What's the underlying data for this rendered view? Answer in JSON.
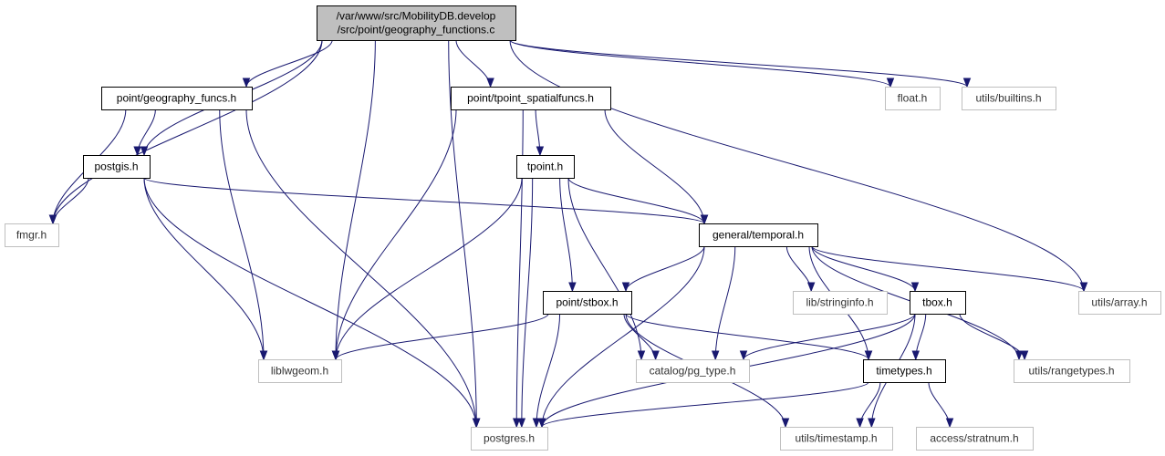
{
  "colors": {
    "edge": "#191970",
    "root_fill": "#bfbfbf",
    "external_border": "#bfbfbf",
    "normal_border": "#000000"
  },
  "nodes": [
    {
      "id": "root",
      "lines": [
        "/var/www/src/MobilityDB.develop",
        "/src/point/geography_functions.c"
      ],
      "kind": "root"
    },
    {
      "id": "geography_funcs",
      "lines": [
        "point/geography_funcs.h"
      ],
      "kind": "normal"
    },
    {
      "id": "tpoint_spatialfuncs",
      "lines": [
        "point/tpoint_spatialfuncs.h"
      ],
      "kind": "normal"
    },
    {
      "id": "float",
      "lines": [
        "float.h"
      ],
      "kind": "external"
    },
    {
      "id": "builtins",
      "lines": [
        "utils/builtins.h"
      ],
      "kind": "external"
    },
    {
      "id": "postgis",
      "lines": [
        "postgis.h"
      ],
      "kind": "normal"
    },
    {
      "id": "tpoint",
      "lines": [
        "tpoint.h"
      ],
      "kind": "normal"
    },
    {
      "id": "fmgr",
      "lines": [
        "fmgr.h"
      ],
      "kind": "external"
    },
    {
      "id": "temporal",
      "lines": [
        "general/temporal.h"
      ],
      "kind": "normal"
    },
    {
      "id": "stbox",
      "lines": [
        "point/stbox.h"
      ],
      "kind": "normal"
    },
    {
      "id": "stringinfo",
      "lines": [
        "lib/stringinfo.h"
      ],
      "kind": "external"
    },
    {
      "id": "tbox",
      "lines": [
        "tbox.h"
      ],
      "kind": "normal"
    },
    {
      "id": "array",
      "lines": [
        "utils/array.h"
      ],
      "kind": "external"
    },
    {
      "id": "liblwgeom",
      "lines": [
        "liblwgeom.h"
      ],
      "kind": "external"
    },
    {
      "id": "pg_type",
      "lines": [
        "catalog/pg_type.h"
      ],
      "kind": "external"
    },
    {
      "id": "timetypes",
      "lines": [
        "timetypes.h"
      ],
      "kind": "normal"
    },
    {
      "id": "rangetypes",
      "lines": [
        "utils/rangetypes.h"
      ],
      "kind": "external"
    },
    {
      "id": "postgres",
      "lines": [
        "postgres.h"
      ],
      "kind": "external"
    },
    {
      "id": "timestamp",
      "lines": [
        "utils/timestamp.h"
      ],
      "kind": "external"
    },
    {
      "id": "stratnum",
      "lines": [
        "access/stratnum.h"
      ],
      "kind": "external"
    }
  ],
  "edges": [
    [
      "root",
      "geography_funcs"
    ],
    [
      "root",
      "tpoint_spatialfuncs"
    ],
    [
      "root",
      "float"
    ],
    [
      "root",
      "builtins"
    ],
    [
      "root",
      "postgis"
    ],
    [
      "root",
      "fmgr"
    ],
    [
      "root",
      "liblwgeom"
    ],
    [
      "root",
      "postgres"
    ],
    [
      "root",
      "array"
    ],
    [
      "geography_funcs",
      "postgis"
    ],
    [
      "geography_funcs",
      "fmgr"
    ],
    [
      "geography_funcs",
      "liblwgeom"
    ],
    [
      "geography_funcs",
      "postgres"
    ],
    [
      "tpoint_spatialfuncs",
      "tpoint"
    ],
    [
      "tpoint_spatialfuncs",
      "temporal"
    ],
    [
      "tpoint_spatialfuncs",
      "liblwgeom"
    ],
    [
      "tpoint_spatialfuncs",
      "postgres"
    ],
    [
      "postgis",
      "fmgr"
    ],
    [
      "postgis",
      "temporal"
    ],
    [
      "postgis",
      "liblwgeom"
    ],
    [
      "postgis",
      "postgres"
    ],
    [
      "tpoint",
      "temporal"
    ],
    [
      "tpoint",
      "stbox"
    ],
    [
      "tpoint",
      "liblwgeom"
    ],
    [
      "tpoint",
      "pg_type"
    ],
    [
      "tpoint",
      "postgres"
    ],
    [
      "temporal",
      "stbox"
    ],
    [
      "temporal",
      "stringinfo"
    ],
    [
      "temporal",
      "tbox"
    ],
    [
      "temporal",
      "array"
    ],
    [
      "temporal",
      "pg_type"
    ],
    [
      "temporal",
      "timetypes"
    ],
    [
      "temporal",
      "rangetypes"
    ],
    [
      "temporal",
      "postgres"
    ],
    [
      "stbox",
      "liblwgeom"
    ],
    [
      "stbox",
      "pg_type"
    ],
    [
      "stbox",
      "timetypes"
    ],
    [
      "stbox",
      "postgres"
    ],
    [
      "stbox",
      "timestamp"
    ],
    [
      "tbox",
      "pg_type"
    ],
    [
      "tbox",
      "timetypes"
    ],
    [
      "tbox",
      "rangetypes"
    ],
    [
      "tbox",
      "postgres"
    ],
    [
      "tbox",
      "timestamp"
    ],
    [
      "timetypes",
      "postgres"
    ],
    [
      "timetypes",
      "timestamp"
    ],
    [
      "timetypes",
      "stratnum"
    ]
  ]
}
